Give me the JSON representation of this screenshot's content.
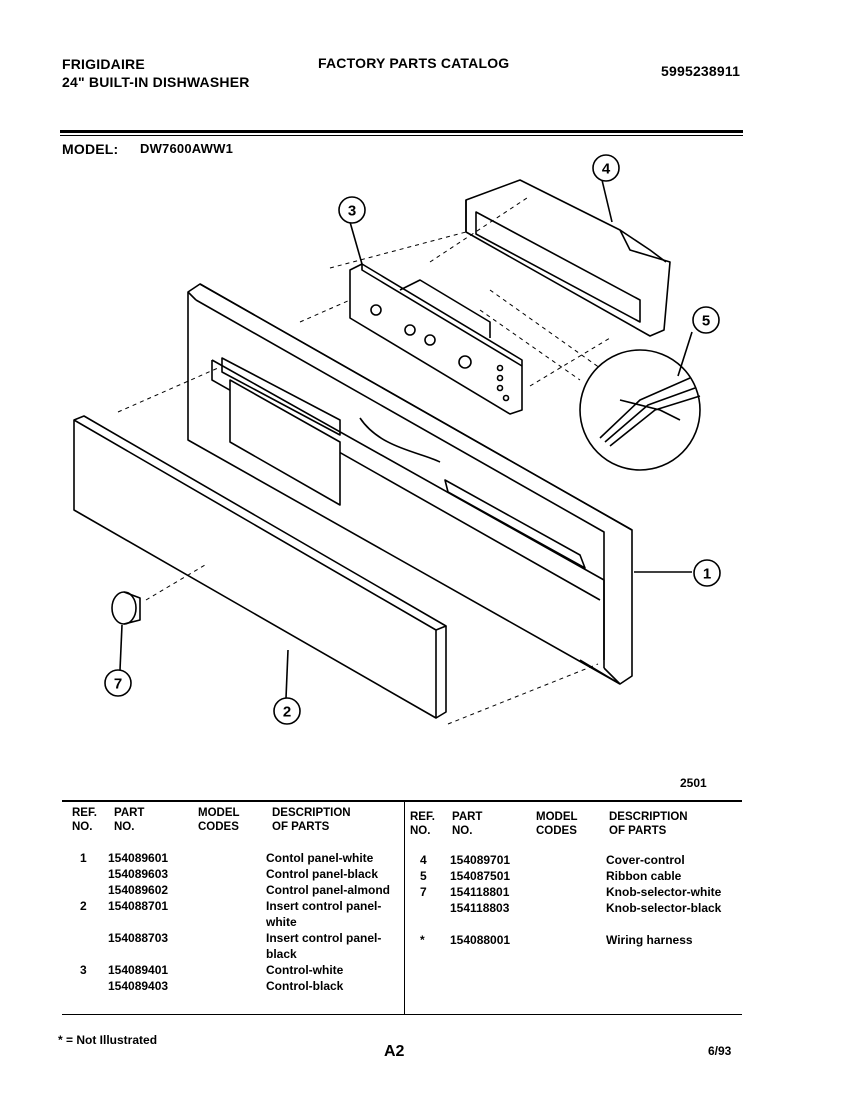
{
  "header": {
    "brand": "FRIGIDAIRE",
    "product": "24\"  BUILT-IN  DISHWASHER",
    "catalog_title": "FACTORY  PARTS  CATALOG",
    "catalog_number": "5995238911"
  },
  "model": {
    "label": "MODEL:",
    "value": "DW7600AWW1"
  },
  "diagram": {
    "callouts": [
      "1",
      "2",
      "3",
      "4",
      "5",
      "7"
    ],
    "figure_number": "2501"
  },
  "parts_table": {
    "headers": {
      "ref": [
        "REF.",
        "NO."
      ],
      "part": [
        "PART",
        "NO."
      ],
      "model": [
        "MODEL",
        "CODES"
      ],
      "desc": [
        "DESCRIPTION",
        "OF PARTS"
      ]
    },
    "left_rows": [
      {
        "ref": "1",
        "part": "154089601",
        "model": "",
        "desc": "Contol  panel-white"
      },
      {
        "ref": "",
        "part": "154089603",
        "model": "",
        "desc": "Control  panel-black"
      },
      {
        "ref": "",
        "part": "154089602",
        "model": "",
        "desc": "Control  panel-almond"
      },
      {
        "ref": "2",
        "part": "154088701",
        "model": "",
        "desc": "Insert  control  panel-white"
      },
      {
        "ref": "",
        "part": "154088703",
        "model": "",
        "desc": "Insert  control  panel-black"
      },
      {
        "ref": "3",
        "part": "154089401",
        "model": "",
        "desc": "Control-white"
      },
      {
        "ref": "",
        "part": "154089403",
        "model": "",
        "desc": "Control-black"
      }
    ],
    "right_rows": [
      {
        "ref": "4",
        "part": "154089701",
        "model": "",
        "desc": "Cover-control"
      },
      {
        "ref": "5",
        "part": "154087501",
        "model": "",
        "desc": "Ribbon  cable"
      },
      {
        "ref": "7",
        "part": "154118801",
        "model": "",
        "desc": "Knob-selector-white"
      },
      {
        "ref": "",
        "part": "154118803",
        "model": "",
        "desc": "Knob-selector-black"
      },
      {
        "ref": "*",
        "part": "154088001",
        "model": "",
        "desc": "Wiring  harness"
      }
    ]
  },
  "footer": {
    "note": "* = Not Illustrated",
    "page": "A2",
    "date": "6/93"
  }
}
